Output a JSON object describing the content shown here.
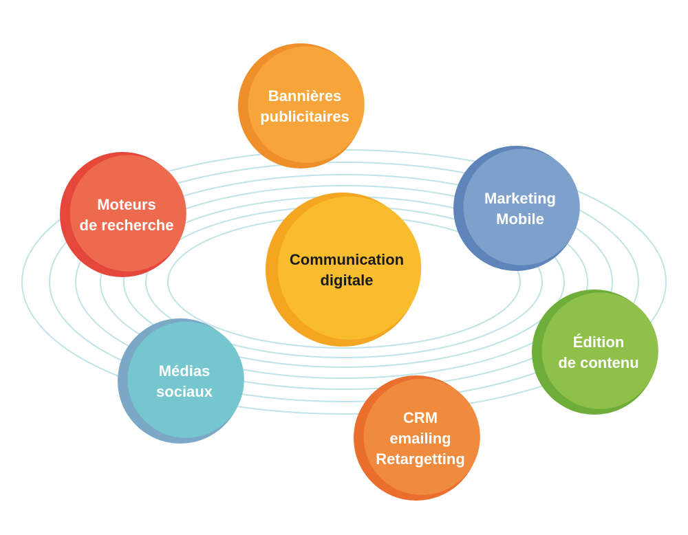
{
  "center": {
    "lines": [
      "Communication",
      "digitale"
    ],
    "color": "#f9bc2c",
    "shade": "#f4a623"
  },
  "nodes": [
    {
      "id": "bannieres",
      "lines": [
        "Bannières",
        "publicitaires"
      ],
      "color": "#f7a43a",
      "shade": "#ee8f2a"
    },
    {
      "id": "marketing-mobile",
      "lines": [
        "Marketing",
        "Mobile"
      ],
      "color": "#7ea1cb",
      "shade": "#5e84ba"
    },
    {
      "id": "edition-contenu",
      "lines": [
        "Édition",
        "de contenu"
      ],
      "color": "#8ec04a",
      "shade": "#6fad3b"
    },
    {
      "id": "crm",
      "lines": [
        "CRM",
        "emailing",
        "Retargetting"
      ],
      "color": "#f08a3c",
      "shade": "#ea6e2e"
    },
    {
      "id": "medias-sociaux",
      "lines": [
        "Médias",
        "sociaux"
      ],
      "color": "#76c6cf",
      "shade": "#7aa8c6"
    },
    {
      "id": "moteurs-recherche",
      "lines": [
        "Moteurs",
        "de recherche"
      ],
      "color": "#ee6a4f",
      "shade": "#e5473a"
    }
  ],
  "orbit_color": "#bfe3e7"
}
